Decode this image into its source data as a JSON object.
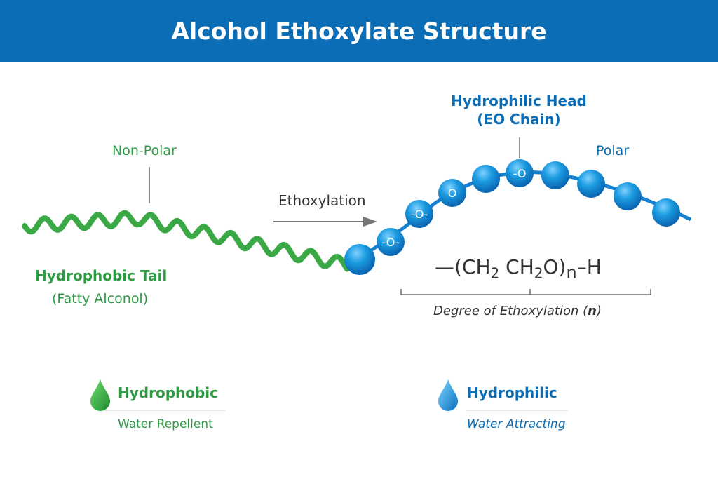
{
  "title": "Alcohol Ethoxylate Structure",
  "tail": {
    "top_label": "Non-Polar",
    "name": "Hydrophobic Tail",
    "subname": "(Fatty Alconol)"
  },
  "reaction": {
    "label": "Ethoxylation"
  },
  "head": {
    "name_line1": "Hydrophilic Head",
    "name_line2": "(EO Chain)",
    "side_label": "Polar",
    "bead_labels": [
      "",
      "-O-",
      "-O-",
      "O",
      "",
      "-O",
      "",
      "",
      "",
      ""
    ]
  },
  "formula": {
    "prefix": "—(CH",
    "sub1": "2",
    "mid": " CH",
    "sub2": "2",
    "after": "O)",
    "n": "n",
    "suffix": "–H"
  },
  "degree_label": "Degree of Ethoxylation (",
  "degree_n": "n",
  "degree_close": ")",
  "legend": [
    {
      "title": "Hydrophobic",
      "subtitle": "Water Repellent",
      "icon": "green-drop-icon",
      "color": "#2e9b44"
    },
    {
      "title": "Hydrophilic",
      "subtitle": "Water Attracting",
      "icon": "blue-drop-icon",
      "color": "#0b6db5"
    }
  ],
  "colors": {
    "header": "#0b6db5",
    "green": "#2e9b44",
    "blue": "#0b6db5",
    "bead": "#1a9ae0"
  }
}
